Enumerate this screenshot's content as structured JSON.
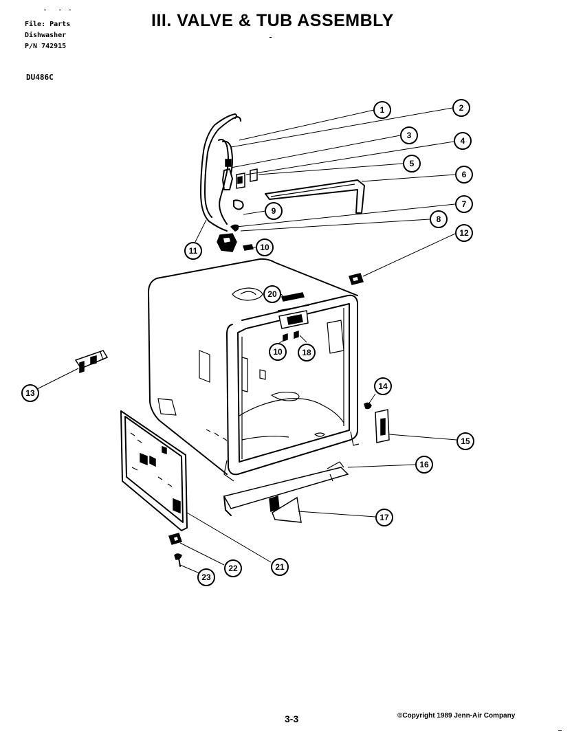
{
  "header": {
    "file_line1": "File: Parts",
    "file_line2": "Dishwasher",
    "file_line3": "P/N 742915",
    "title": "III. VALVE & TUB ASSEMBLY",
    "model": "DU486C"
  },
  "footer": {
    "page_number": "3-3",
    "copyright": "©Copyright 1989 Jenn-Air Company"
  },
  "callouts": [
    {
      "label": "1"
    },
    {
      "label": "2"
    },
    {
      "label": "3"
    },
    {
      "label": "4"
    },
    {
      "label": "5"
    },
    {
      "label": "6"
    },
    {
      "label": "7"
    },
    {
      "label": "8"
    },
    {
      "label": "9"
    },
    {
      "label": "10"
    },
    {
      "label": "11"
    },
    {
      "label": "12"
    },
    {
      "label": "20"
    },
    {
      "label": "10"
    },
    {
      "label": "18"
    },
    {
      "label": "13"
    },
    {
      "label": "14"
    },
    {
      "label": "15"
    },
    {
      "label": "16"
    },
    {
      "label": "17"
    },
    {
      "label": "21"
    },
    {
      "label": "22"
    },
    {
      "label": "23"
    }
  ]
}
